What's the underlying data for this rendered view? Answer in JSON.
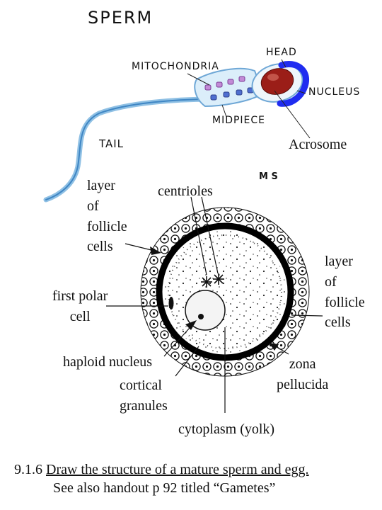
{
  "sperm": {
    "title": "SPERM",
    "labels": {
      "head": "HEAD",
      "mitochondria": "MITOCHONDRIA",
      "nucleus": "NUCLEUS",
      "midpiece": "MIDPIECE",
      "tail": "TAIL",
      "acrosome": "Acrosome"
    },
    "signature": "M S"
  },
  "egg": {
    "labels": {
      "follicle_left": [
        "layer",
        "of",
        "follicle",
        "cells"
      ],
      "centrioles": "centrioles",
      "follicle_right": [
        "layer",
        "of",
        "follicle",
        "cells"
      ],
      "first_polar_cell": [
        "first polar",
        "cell"
      ],
      "haploid_nucleus": "haploid nucleus",
      "zona_pellucida": [
        "zona",
        "pellucida"
      ],
      "cortical_granules": [
        "cortical",
        "granules"
      ],
      "cytoplasm": "cytoplasm (yolk)"
    }
  },
  "caption": {
    "number": "9.1.6",
    "heading": "Draw the structure of a mature sperm and egg.",
    "note": "See also handout p 92 titled “Gametes”"
  }
}
